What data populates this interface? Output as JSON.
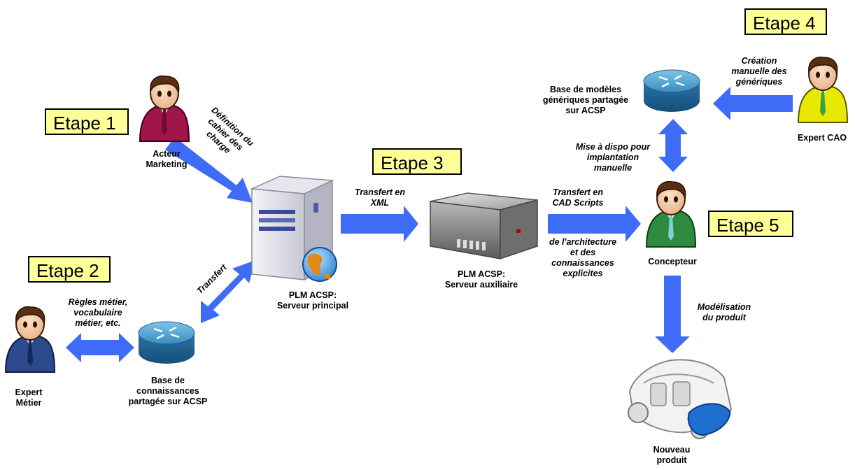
{
  "steps": {
    "etape1": "Etape 1",
    "etape2": "Etape 2",
    "etape3": "Etape 3",
    "etape4": "Etape 4",
    "etape5": "Etape 5"
  },
  "actors": {
    "acteur_marketing": [
      "Acteur",
      "Marketing"
    ],
    "expert_metier": [
      "Expert",
      "Métier"
    ],
    "expert_cao": [
      "Expert CAO"
    ],
    "concepteur": [
      "Concepteur"
    ]
  },
  "systems": {
    "serveur_principal": [
      "PLM ACSP:",
      "Serveur principal"
    ],
    "serveur_auxiliaire": [
      "PLM ACSP:",
      "Serveur auxiliaire"
    ],
    "base_connaissances": [
      "Base de",
      "connaissances",
      "partagée sur ACSP"
    ],
    "base_modeles": [
      "Base de modèles",
      "génériques partagée",
      "sur ACSP"
    ],
    "nouveau_produit": [
      "Nouveau",
      "produit"
    ]
  },
  "flows": {
    "definition_cahier": [
      "Définition du",
      "cahier des",
      "charge"
    ],
    "regles_metier": [
      "Règles métier,",
      "vocabulaire",
      "métier, etc."
    ],
    "transfert": [
      "Transfert"
    ],
    "transfert_xml": [
      "Transfert en",
      "XML"
    ],
    "transfert_cad": [
      "Transfert en",
      "CAD Scripts"
    ],
    "architecture": [
      "de l'architecture",
      "et des",
      "connaissances",
      "explicites"
    ],
    "mise_a_dispo": [
      "Mise à dispo pour",
      "implantation",
      "manuelle"
    ],
    "creation_manuelle": [
      "Création",
      "manuelle des",
      "génériques"
    ],
    "modelisation": [
      "Modélisation",
      "du produit"
    ]
  },
  "colors": {
    "arrow": "#3f6cf6",
    "step_box": "#ffff99",
    "marketing_suit": "#a0154a",
    "metier_suit": "#2c4a8c",
    "cao_suit": "#e8e800",
    "concepteur_suit": "#2e8a3e",
    "router": "#2f7fb0",
    "car_highlight": "#1e6fd0"
  }
}
